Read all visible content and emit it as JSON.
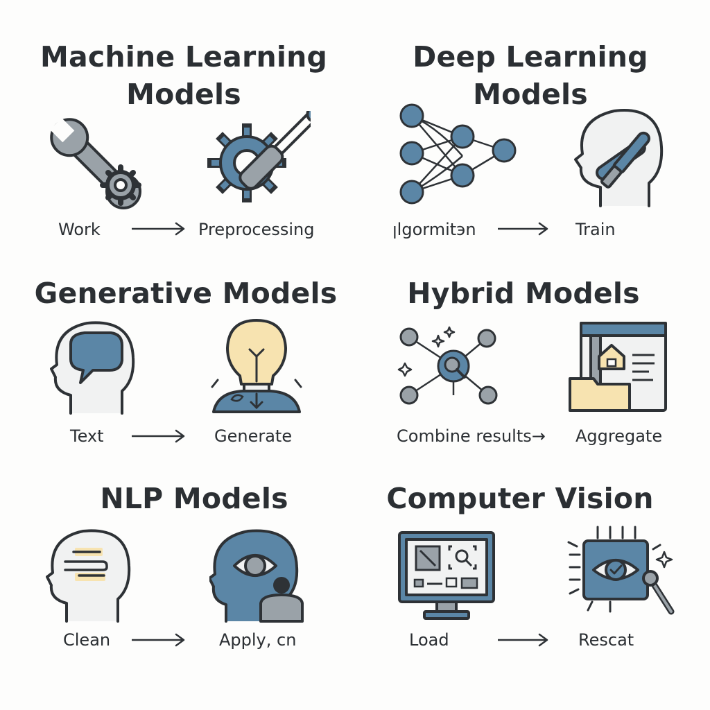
{
  "colors": {
    "blue": "#5b86a6",
    "gray": "#9aa2a8",
    "cream": "#f7e3b0",
    "ink": "#2e3236",
    "background": "#fdfdfc"
  },
  "panels": [
    {
      "title_line1": "Machine Learning",
      "title_line2": "Models",
      "left_icon": "wrench-gears-icon",
      "right_icon": "gear-screwdriver-icon",
      "left_label": "Work",
      "right_label": "Preprocessing"
    },
    {
      "title_line1": "Deep Learning",
      "title_line2": "Models",
      "left_icon": "neural-network-icon",
      "right_icon": "head-tools-icon",
      "left_label": "ꞁlgormitэn",
      "right_label": "Train"
    },
    {
      "title_line1": "Generative Models",
      "left_icon": "head-speech-icon",
      "right_icon": "lightbulb-icon",
      "left_label": "Text",
      "right_label": "Generate"
    },
    {
      "title_line1": "Hybrid Models",
      "left_icon": "network-magnifier-icon",
      "right_icon": "folder-window-icon",
      "left_label": "Combine results→",
      "right_label": "Aggregate"
    },
    {
      "title_line1": "NLP Models",
      "left_icon": "head-text-icon",
      "right_icon": "head-eye-icon",
      "left_label": "Clean",
      "right_label": "Apply, cn"
    },
    {
      "title_line1": "Computer Vision",
      "left_icon": "monitor-image-icon",
      "right_icon": "chip-eye-icon",
      "left_label": "Load",
      "right_label": "Rescat"
    }
  ]
}
